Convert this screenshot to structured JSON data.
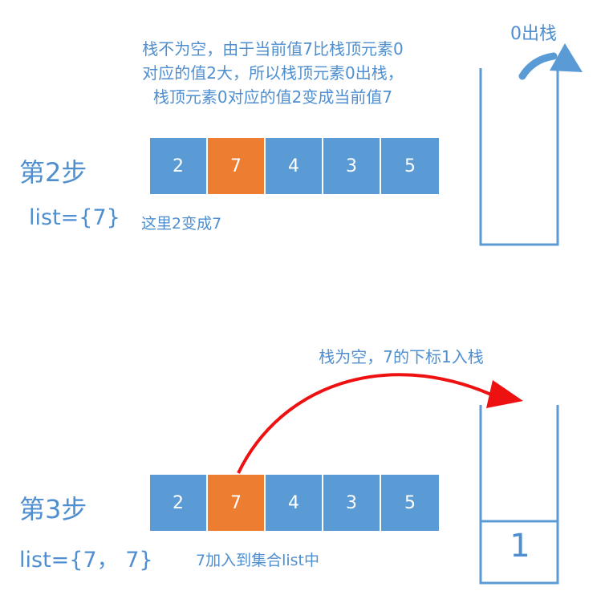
{
  "step2": {
    "title": "第2步",
    "note_lines": [
      "栈不为空，由于当前值7比栈顶元素0",
      "对应的值2大，所以栈顶元素0出栈，",
      "栈顶元素0对应的值2变成当前值7"
    ],
    "array": [
      "2",
      "7",
      "4",
      "3",
      "5"
    ],
    "highlight_index": 1,
    "list_text": "list={7}",
    "small_note": "这里2变成7",
    "stack_label": "0出栈",
    "stack_items": []
  },
  "step3": {
    "title": "第3步",
    "note": "栈为空，7的下标1入栈",
    "array": [
      "2",
      "7",
      "4",
      "3",
      "5"
    ],
    "highlight_index": 1,
    "list_text": "list={7，  7}",
    "small_note": "7加入到集合list中",
    "stack_items": [
      "1"
    ]
  },
  "colors": {
    "cell": "#5b9bd5",
    "highlight": "#ed7d31",
    "text": "#4f8fd0",
    "arrow_red": "#ee1111"
  }
}
